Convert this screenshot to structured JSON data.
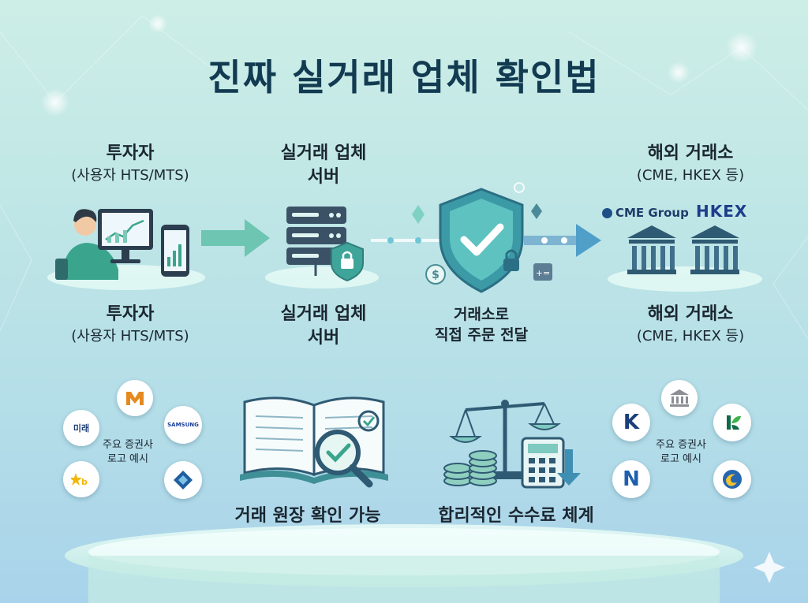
{
  "title": "진짜 실거래 업체 확인법",
  "investor": {
    "title": "투자자",
    "subtitle": "(사용자 HTS/MTS)"
  },
  "server": {
    "title": "실거래 업체",
    "title2": "서버"
  },
  "exchange": {
    "title": "해외 거래소",
    "subtitle": "(CME, HKEX 등)",
    "logo_cme": "CME Group",
    "logo_hkex": "HKEX"
  },
  "shield_caption": {
    "line1": "거래소로",
    "line2": "직접 주문 전달"
  },
  "ledger_caption": "거래 원장 확인 가능",
  "fee_caption": "합리적인 수수료 체계",
  "broker_note": {
    "line1": "주요 증권사",
    "line2": "로고 예시"
  },
  "broker_logos_left": {
    "mirae": "미래",
    "samsung": "SAMSUNG"
  },
  "broker_logos_right": {
    "k": "K",
    "n": "N"
  },
  "colors": {
    "title": "#123b52",
    "accent": "#3fb0a0",
    "arrow": "#4f9fc9",
    "shield": "#2f8f9a"
  }
}
